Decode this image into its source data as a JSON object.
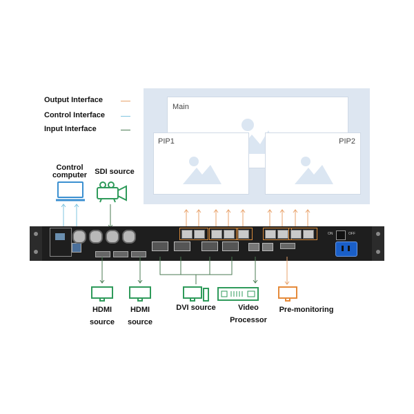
{
  "colors": {
    "output": "#e8a26a",
    "control": "#7fc4e0",
    "input": "#4a7a52",
    "screen_bg": "#dde6f1",
    "pane_bg": "#ffffff",
    "pane_border": "#cfd9e6",
    "placeholder": "#dbe6f2",
    "device_body": "#1e1e1e",
    "green_icon": "#2e9a5a",
    "blue_icon": "#3a8fd0",
    "orange_icon": "#e58a3a",
    "port_frame": "#d98a3a"
  },
  "legend": {
    "output_label": "Output Interface",
    "control_label": "Control Interface",
    "input_label": "Input Interface"
  },
  "layout_preview": {
    "main_label": "Main",
    "pip1_label": "PIP1",
    "pip2_label": "PIP2"
  },
  "devices": {
    "control_computer": {
      "line1": "Control",
      "line2": "computer",
      "icon": "laptop-icon"
    },
    "sdi_source": {
      "label": "SDI source",
      "icon": "video-camera-icon"
    },
    "hdmi_source_1": {
      "line1": "HDMI",
      "line2": "source",
      "icon": "monitor-icon"
    },
    "hdmi_source_2": {
      "line1": "HDMI",
      "line2": "source",
      "icon": "monitor-icon"
    },
    "dvi_source": {
      "label": "DVI source",
      "icon": "desktop-pc-icon"
    },
    "video_processor": {
      "line1": "Video",
      "line2": "Processor",
      "icon": "video-processor-icon"
    },
    "pre_monitoring": {
      "label": "Pre-monitoring",
      "icon": "monitor-icon"
    }
  },
  "panel": {
    "power_on": "ON",
    "power_off": "OFF"
  }
}
